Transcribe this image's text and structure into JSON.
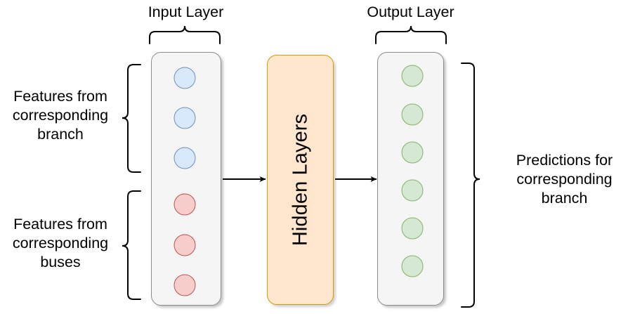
{
  "diagram": {
    "title_input_layer": "Input Layer",
    "title_output_layer": "Output Layer",
    "hidden_layer_label": "Hidden Layers",
    "left_label_top": "Features from\ncorresponding\nbranch",
    "left_label_bottom": "Features from\ncorresponding\nbuses",
    "right_label": "Predictions for\ncorresponding\nbranch",
    "colors": {
      "node_blue_fill": "#dae8fc",
      "node_blue_stroke": "#6c8ebf",
      "node_red_fill": "#f8cecc",
      "node_red_stroke": "#b85450",
      "node_green_fill": "#d5e8d4",
      "node_green_stroke": "#82b366",
      "hidden_fill": "#ffe6cc",
      "hidden_stroke": "#d79b00",
      "box_fill": "#f5f5f5",
      "box_stroke": "#8c8c8c",
      "arrow": "#000000",
      "text": "#000000"
    },
    "input_nodes": [
      {
        "group": "branch",
        "color": "blue"
      },
      {
        "group": "branch",
        "color": "blue"
      },
      {
        "group": "branch",
        "color": "blue"
      },
      {
        "group": "buses",
        "color": "red"
      },
      {
        "group": "buses",
        "color": "red"
      },
      {
        "group": "buses",
        "color": "red"
      }
    ],
    "output_nodes": [
      {
        "color": "green"
      },
      {
        "color": "green"
      },
      {
        "color": "green"
      },
      {
        "color": "green"
      },
      {
        "color": "green"
      },
      {
        "color": "green"
      }
    ],
    "arrows": [
      {
        "from": "input-layer",
        "to": "hidden-layers"
      },
      {
        "from": "hidden-layers",
        "to": "output-layer"
      }
    ],
    "braces": [
      {
        "name": "input-layer-top-brace",
        "orientation": "down"
      },
      {
        "name": "output-layer-top-brace",
        "orientation": "down"
      },
      {
        "name": "branch-features-brace",
        "orientation": "right"
      },
      {
        "name": "buses-features-brace",
        "orientation": "right"
      },
      {
        "name": "predictions-brace",
        "orientation": "left"
      }
    ]
  }
}
